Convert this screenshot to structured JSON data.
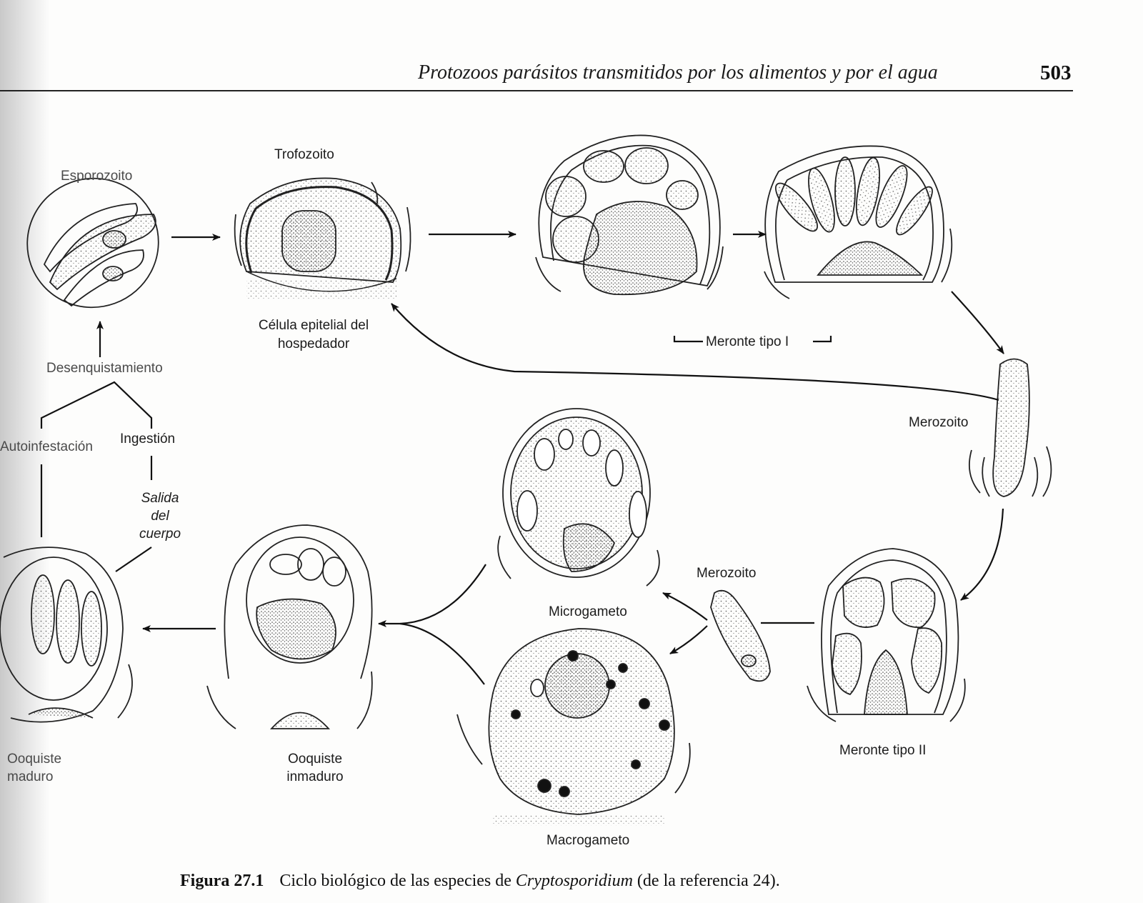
{
  "header": {
    "running_title": "Protozoos parásitos transmitidos por los alimentos y por el agua",
    "page_number": "503"
  },
  "labels": {
    "esporozoito": "Esporozoito",
    "trofozoito": "Trofozoito",
    "celula_line1": "Célula epitelial del",
    "celula_line2": "hospedador",
    "meronte_tipo_1": "Meronte tipo I",
    "merozoito_1": "Merozoito",
    "merozoito_2": "Merozoito",
    "meronte_tipo_2": "Meronte tipo II",
    "microgameto": "Microgameto",
    "macrogameto": "Macrogameto",
    "ooquiste_inmaduro_line1": "Ooquiste",
    "ooquiste_inmaduro_line2": "inmaduro",
    "ooquiste_maduro_line1": "Ooquiste",
    "ooquiste_maduro_line2": "maduro",
    "desenquistamiento": "Desenquistamiento",
    "autoinfestacion": "Autoinfestación",
    "ingestion": "Ingestión",
    "salida_line1": "Salida",
    "salida_line2": "del",
    "salida_line3": "cuerpo"
  },
  "caption": {
    "figure_label": "Figura 27.1",
    "text_before": "Ciclo biológico de las especies de ",
    "species": "Cryptosporidium",
    "text_after": " (de la referencia 24)."
  }
}
